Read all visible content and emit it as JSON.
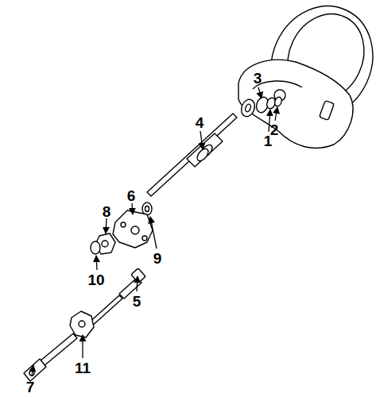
{
  "diagram": {
    "labels": [
      "3",
      "2",
      "1",
      "4",
      "6",
      "8",
      "9",
      "10",
      "5",
      "11",
      "7"
    ]
  }
}
